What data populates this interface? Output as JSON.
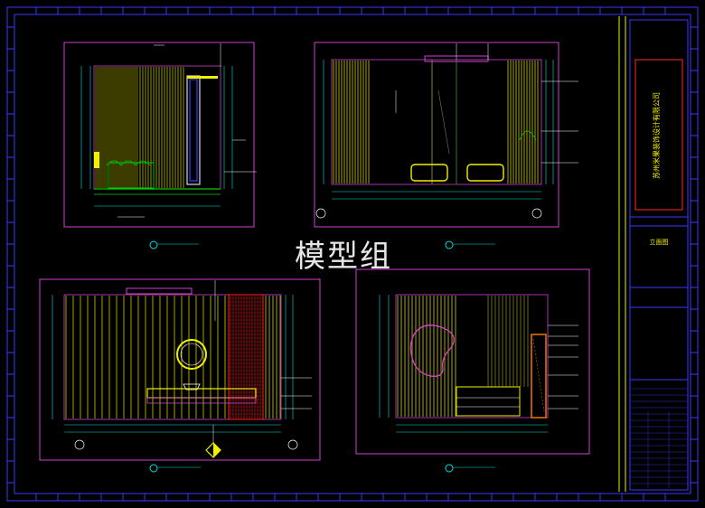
{
  "watermark": "模型组",
  "title_block": {
    "drawing_name": "立面图",
    "company_vertical": "苏州米果装饰设计有限公司"
  },
  "colors": {
    "background": "#000000",
    "frame": "#3a3aff",
    "sheet_border": "#d040d0",
    "yellow": "#f0f000",
    "red": "#ff2020",
    "green": "#00d000",
    "cyan": "#00e0e0",
    "white": "#ffffff",
    "title_panel_red": "#e02020"
  }
}
